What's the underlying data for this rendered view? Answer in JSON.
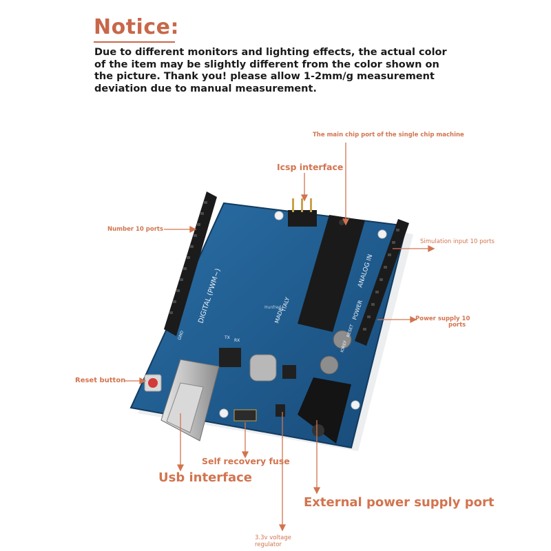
{
  "notice": {
    "title": "Notice:",
    "body": "Due to different monitors and lighting effects, the actual color of the item may be slightly different from the color shown on the picture. Thank you! please allow 1-2mm/g measurement deviation due to manual measurement."
  },
  "labels": {
    "main_chip": "The main chip port of the single chip machine",
    "icsp": "Icsp interface",
    "number_ports": "Number 10 ports",
    "simulation_input": "Simulation input 10 ports",
    "power_supply_line1": "Power supply 10",
    "power_supply_line2": "ports",
    "reset_button": "Reset button",
    "fuse": "Self recovery fuse",
    "usb": "Usb interface",
    "external_power": "External power supply port",
    "regulator_line1": "3.3v voltage",
    "regulator_line2": "regulator"
  },
  "board_print": {
    "digital": "DIGITAL (PWM~)",
    "analog": "ANALOG IN",
    "power": "POWER",
    "made": "MADE",
    "italy": "ITALY",
    "reset": "RESET",
    "tx": "TX",
    "rx": "RX",
    "ioref": "IOREF",
    "gnd": "GND",
    "brand": "Hunfred"
  },
  "colors": {
    "accent": "#c8674a",
    "label": "#d2744f",
    "board": "#1e5b8c",
    "header": "#1b1b1b"
  }
}
